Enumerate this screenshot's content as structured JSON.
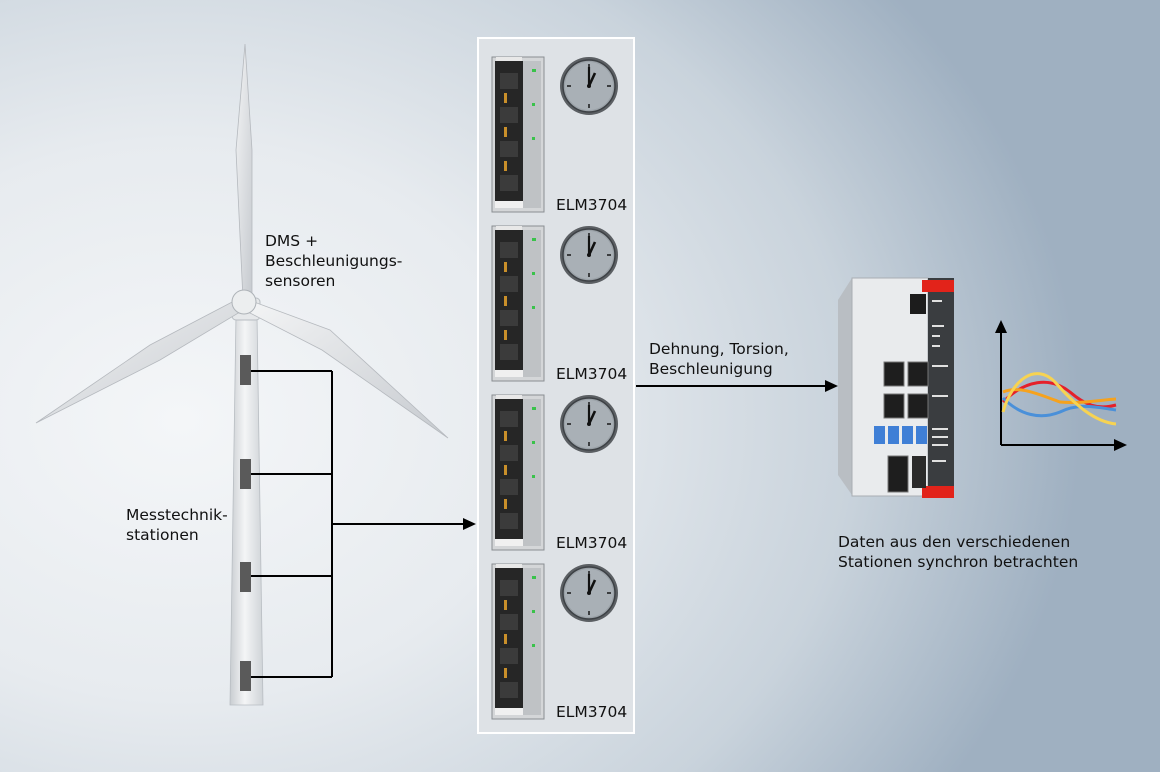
{
  "labels": {
    "sensors": "DMS +\nBeschleunigungs-\nsensoren",
    "stations": "Messtechnik-\nstationen",
    "signal": "Dehnung, Torsion,\nBeschleunigung",
    "result": "Daten aus den verschiedenen\nStationen synchron betrachten"
  },
  "modules": [
    {
      "name": "ELM3704"
    },
    {
      "name": "ELM3704"
    },
    {
      "name": "ELM3704"
    },
    {
      "name": "ELM3704"
    }
  ],
  "colors": {
    "curve_red": "#e5202a",
    "curve_orange": "#f6a21d",
    "curve_blue": "#4a90d9",
    "curve_yellow": "#f7d352",
    "ipc_red": "#e2231a"
  }
}
